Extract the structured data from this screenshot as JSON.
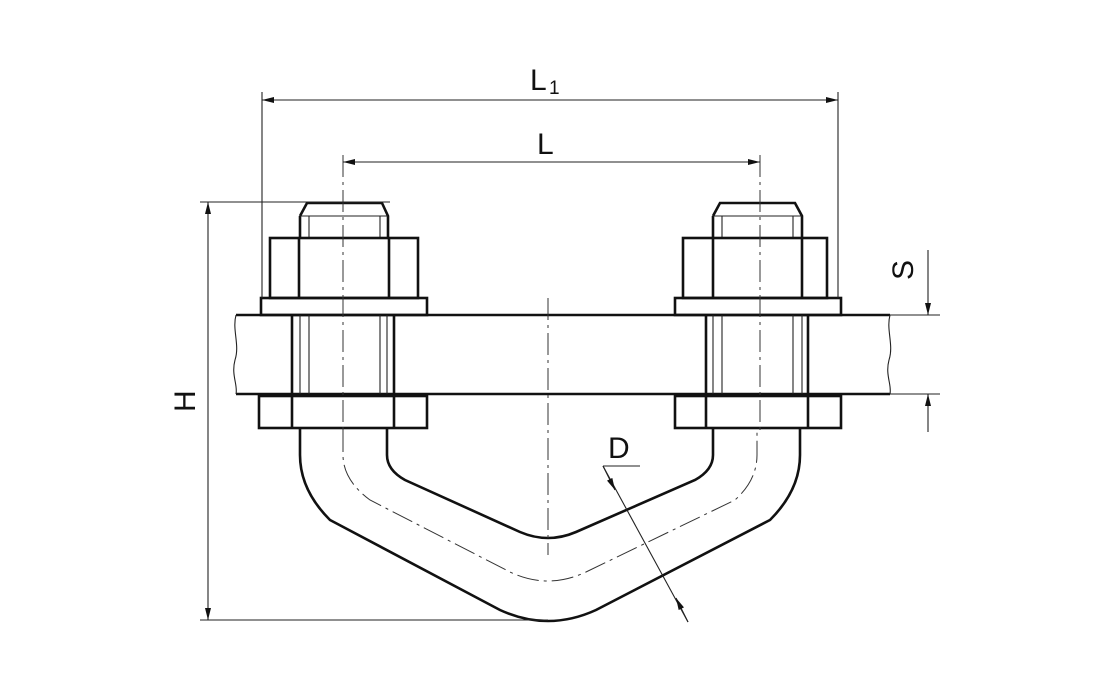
{
  "labels": {
    "L1_main": "L",
    "L1_sub": "1",
    "L": "L",
    "H": "H",
    "S": "S",
    "D": "D"
  },
  "colors": {
    "line": "#111111",
    "background": "#ffffff"
  }
}
